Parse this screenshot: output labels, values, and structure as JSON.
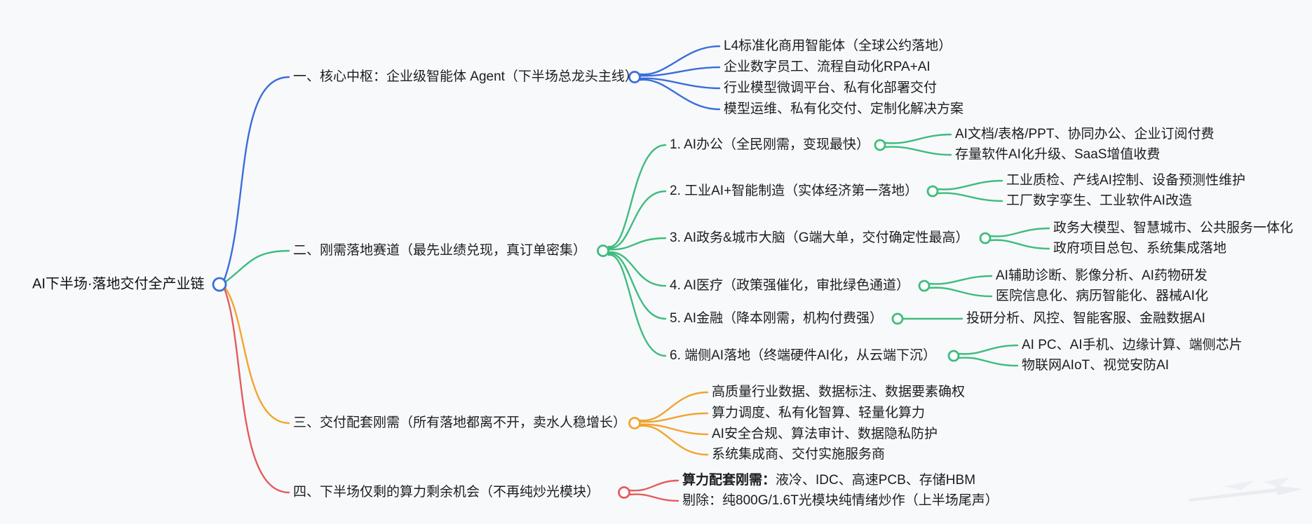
{
  "colors": {
    "background": "#f7f9fb",
    "branch_blue": "#3a6ed8",
    "branch_green": "#3fbc7d",
    "branch_orange": "#f2a42e",
    "branch_red": "#e45c5c",
    "text": "#1d1d1f"
  },
  "root": {
    "label": "AI下半场·落地交付全产业链"
  },
  "branches": [
    {
      "label": "一、核心中枢：企业级智能体 Agent（下半场总龙头主线）",
      "color": "#3a6ed8",
      "children": [
        {
          "label": "L4标准化商用智能体（全球公约落地）"
        },
        {
          "label": "企业数字员工、流程自动化RPA+AI"
        },
        {
          "label": "行业模型微调平台、私有化部署交付"
        },
        {
          "label": "模型运维、私有化交付、定制化解决方案"
        }
      ]
    },
    {
      "label": "二、刚需落地赛道（最先业绩兑现，真订单密集）",
      "color": "#3fbc7d",
      "children": [
        {
          "label": "1. AI办公（全民刚需，变现最快）",
          "children": [
            {
              "label": "AI文档/表格/PPT、协同办公、企业订阅付费"
            },
            {
              "label": "存量软件AI化升级、SaaS增值收费"
            }
          ]
        },
        {
          "label": "2. 工业AI+智能制造（实体经济第一落地）",
          "children": [
            {
              "label": "工业质检、产线AI控制、设备预测性维护"
            },
            {
              "label": "工厂数字孪生、工业软件AI改造"
            }
          ]
        },
        {
          "label": "3. AI政务&城市大脑（G端大单，交付确定性最高）",
          "children": [
            {
              "label": "政务大模型、智慧城市、公共服务一体化"
            },
            {
              "label": "政府项目总包、系统集成落地"
            }
          ]
        },
        {
          "label": "4. AI医疗（政策强催化，审批绿色通道）",
          "children": [
            {
              "label": "AI辅助诊断、影像分析、AI药物研发"
            },
            {
              "label": "医院信息化、病历智能化、器械AI化"
            }
          ]
        },
        {
          "label": "5. AI金融（降本刚需，机构付费强）",
          "children": [
            {
              "label": "投研分析、风控、智能客服、金融数据AI"
            }
          ]
        },
        {
          "label": "6. 端侧AI落地（终端硬件AI化，从云端下沉）",
          "children": [
            {
              "label": "AI PC、AI手机、边缘计算、端侧芯片"
            },
            {
              "label": "物联网AIoT、视觉安防AI"
            }
          ]
        }
      ]
    },
    {
      "label": "三、交付配套刚需（所有落地都离不开，卖水人稳增长）",
      "color": "#f2a42e",
      "children": [
        {
          "label": "高质量行业数据、数据标注、数据要素确权"
        },
        {
          "label": "算力调度、私有化智算、轻量化算力"
        },
        {
          "label": "AI安全合规、算法审计、数据隐私防护"
        },
        {
          "label": "系统集成商、交付实施服务商"
        }
      ]
    },
    {
      "label": "四、下半场仅剩的算力剩余机会（不再纯炒光模块）",
      "color": "#e45c5c",
      "children": [
        {
          "label_bold": "算力配套刚需：",
          "label": "液冷、IDC、高速PCB、存储HBM"
        },
        {
          "label": "剔除：纯800G/1.6T光模块纯情绪炒作（上半场尾声）"
        }
      ]
    }
  ]
}
